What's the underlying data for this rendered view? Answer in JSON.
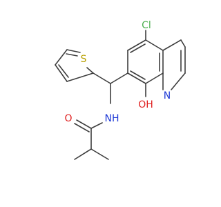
{
  "molecule": {
    "atoms": {
      "chlorine": "Cl",
      "sulfur": "S",
      "ring_nitrogen": "N",
      "hydroxyl": "OH",
      "amide_nitrogen": "NH",
      "carbonyl_oxygen": "O"
    }
  },
  "colors": {
    "bond": "#3d3d3d",
    "chlorine": "#4caf50",
    "sulfur": "#b8a000",
    "nitrogen": "#1f3ad6",
    "oxygen": "#e02020"
  }
}
